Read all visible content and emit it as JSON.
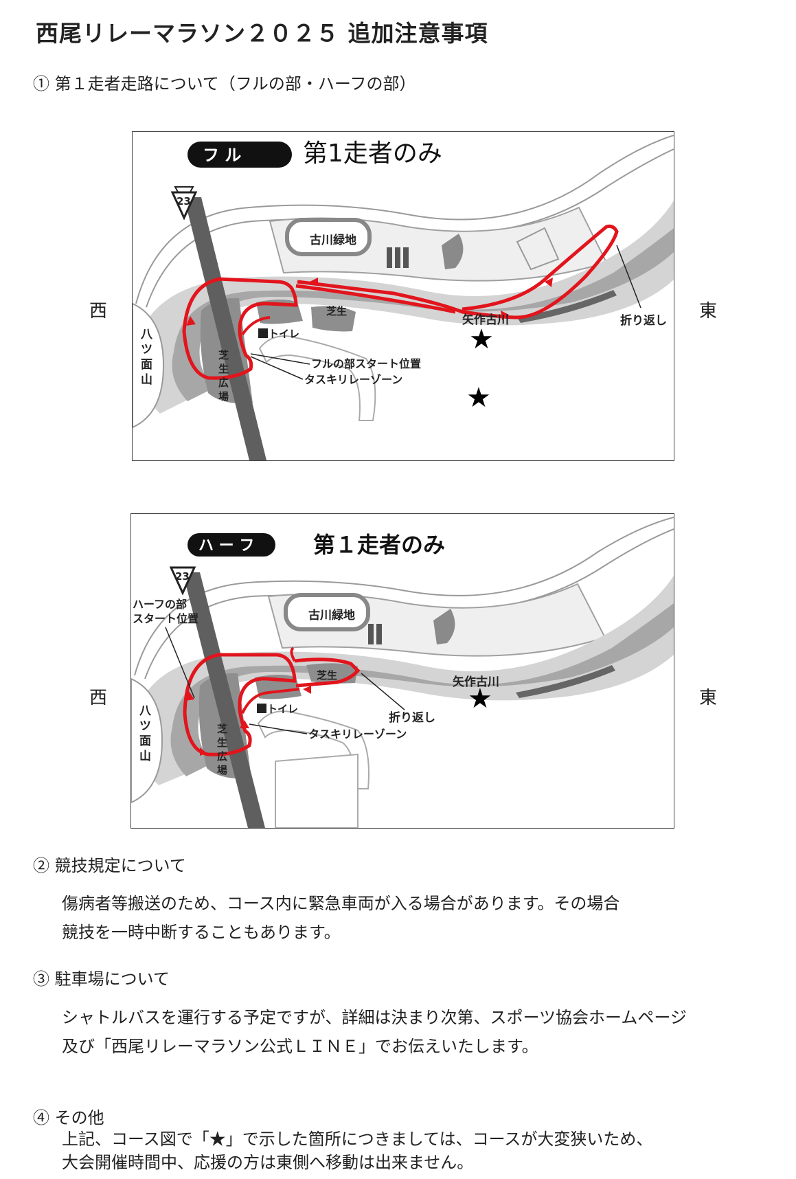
{
  "title": "西尾リレーマラソン２０２５ 追加注意事項",
  "section1": {
    "heading": "① 第１走者走路について（フルの部・ハーフの部）",
    "west": "西",
    "east": "東",
    "map_full": {
      "badge": "フ ル",
      "heading": "第1走者のみ",
      "route_no": "23",
      "park": "古川緑地",
      "lawn": "芝生",
      "river": "矢作古川",
      "turn": "折り返し",
      "toilet": "トイレ",
      "start": "フルの部スタート位置",
      "relay": "タスキリレーゾーン",
      "plaza": [
        "芝",
        "生",
        "広",
        "場"
      ],
      "hill": [
        "八",
        "ツ",
        "面",
        "山"
      ]
    },
    "map_half": {
      "badge": "ハ ー フ",
      "heading": "第１走者のみ",
      "route_no": "23",
      "park": "古川緑地",
      "lawn": "芝生",
      "river": "矢作古川",
      "turn": "折り返し",
      "toilet": "トイレ",
      "start_l1": "ハーフの部",
      "start_l2": "スタート位置",
      "relay": "タスキリレーゾーン",
      "plaza": [
        "芝",
        "生",
        "広",
        "場"
      ],
      "hill": [
        "八",
        "ツ",
        "面",
        "山"
      ]
    }
  },
  "section2": {
    "heading": "② 競技規定について",
    "line1": "傷病者等搬送のため、コース内に緊急車両が入る場合があります。その場合",
    "line2": "競技を一時中断することもあります。"
  },
  "section3": {
    "heading": "③ 駐車場について",
    "line1": "シャトルバスを運行する予定ですが、詳細は決まり次第、スポーツ協会ホームページ",
    "line2": "及び「西尾リレーマラソン公式ＬＩＮＥ」でお伝えいたします。"
  },
  "section4": {
    "heading": "④ その他",
    "line1": "上記、コース図で「★」で示した箇所につきましては、コースが大変狭いため、",
    "line2": "大会開催時間中、応援の方は東側へ移動は出来ません。"
  },
  "colors": {
    "route": "#e2141c",
    "road": "#5a5a5a",
    "river": "#9a9a9a",
    "bank": "#d2d2d2"
  }
}
